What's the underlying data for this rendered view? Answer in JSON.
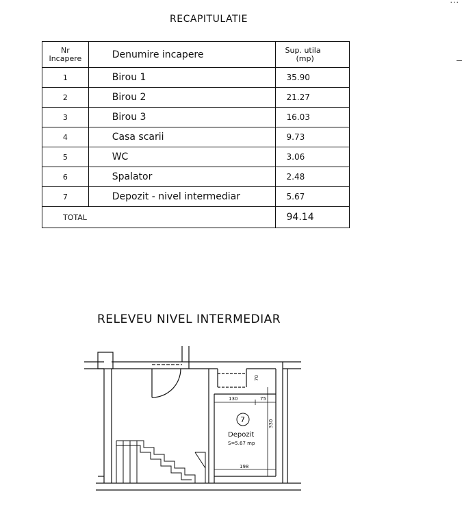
{
  "corner_mark": "...",
  "recap": {
    "title": "RECAPITULATIE",
    "col_nr_line1": "Nr",
    "col_nr_line2": "Incapere",
    "col_name": "Denumire incapere",
    "col_area_line1": "Sup. utila",
    "col_area_line2": "(mp)",
    "rows": [
      {
        "nr": "1",
        "name": "Birou 1",
        "area": "35.90"
      },
      {
        "nr": "2",
        "name": "Birou 2",
        "area": "21.27"
      },
      {
        "nr": "3",
        "name": "Birou 3",
        "area": "16.03"
      },
      {
        "nr": "4",
        "name": "Casa scarii",
        "area": "9.73"
      },
      {
        "nr": "5",
        "name": "WC",
        "area": "3.06"
      },
      {
        "nr": "6",
        "name": "Spalator",
        "area": "2.48"
      },
      {
        "nr": "7",
        "name": "Depozit - nivel intermediar",
        "area": "5.67"
      }
    ],
    "total_label": "TOTAL",
    "total_value": "94.14"
  },
  "plan": {
    "title": "RELEVEU NIVEL INTERMEDIAR",
    "room_number": "7",
    "room_name": "Depozit",
    "room_area": "S=5.67 mp",
    "dim_130": "130",
    "dim_75": "75",
    "dim_70": "70",
    "dim_330": "330",
    "dim_198": "198"
  }
}
